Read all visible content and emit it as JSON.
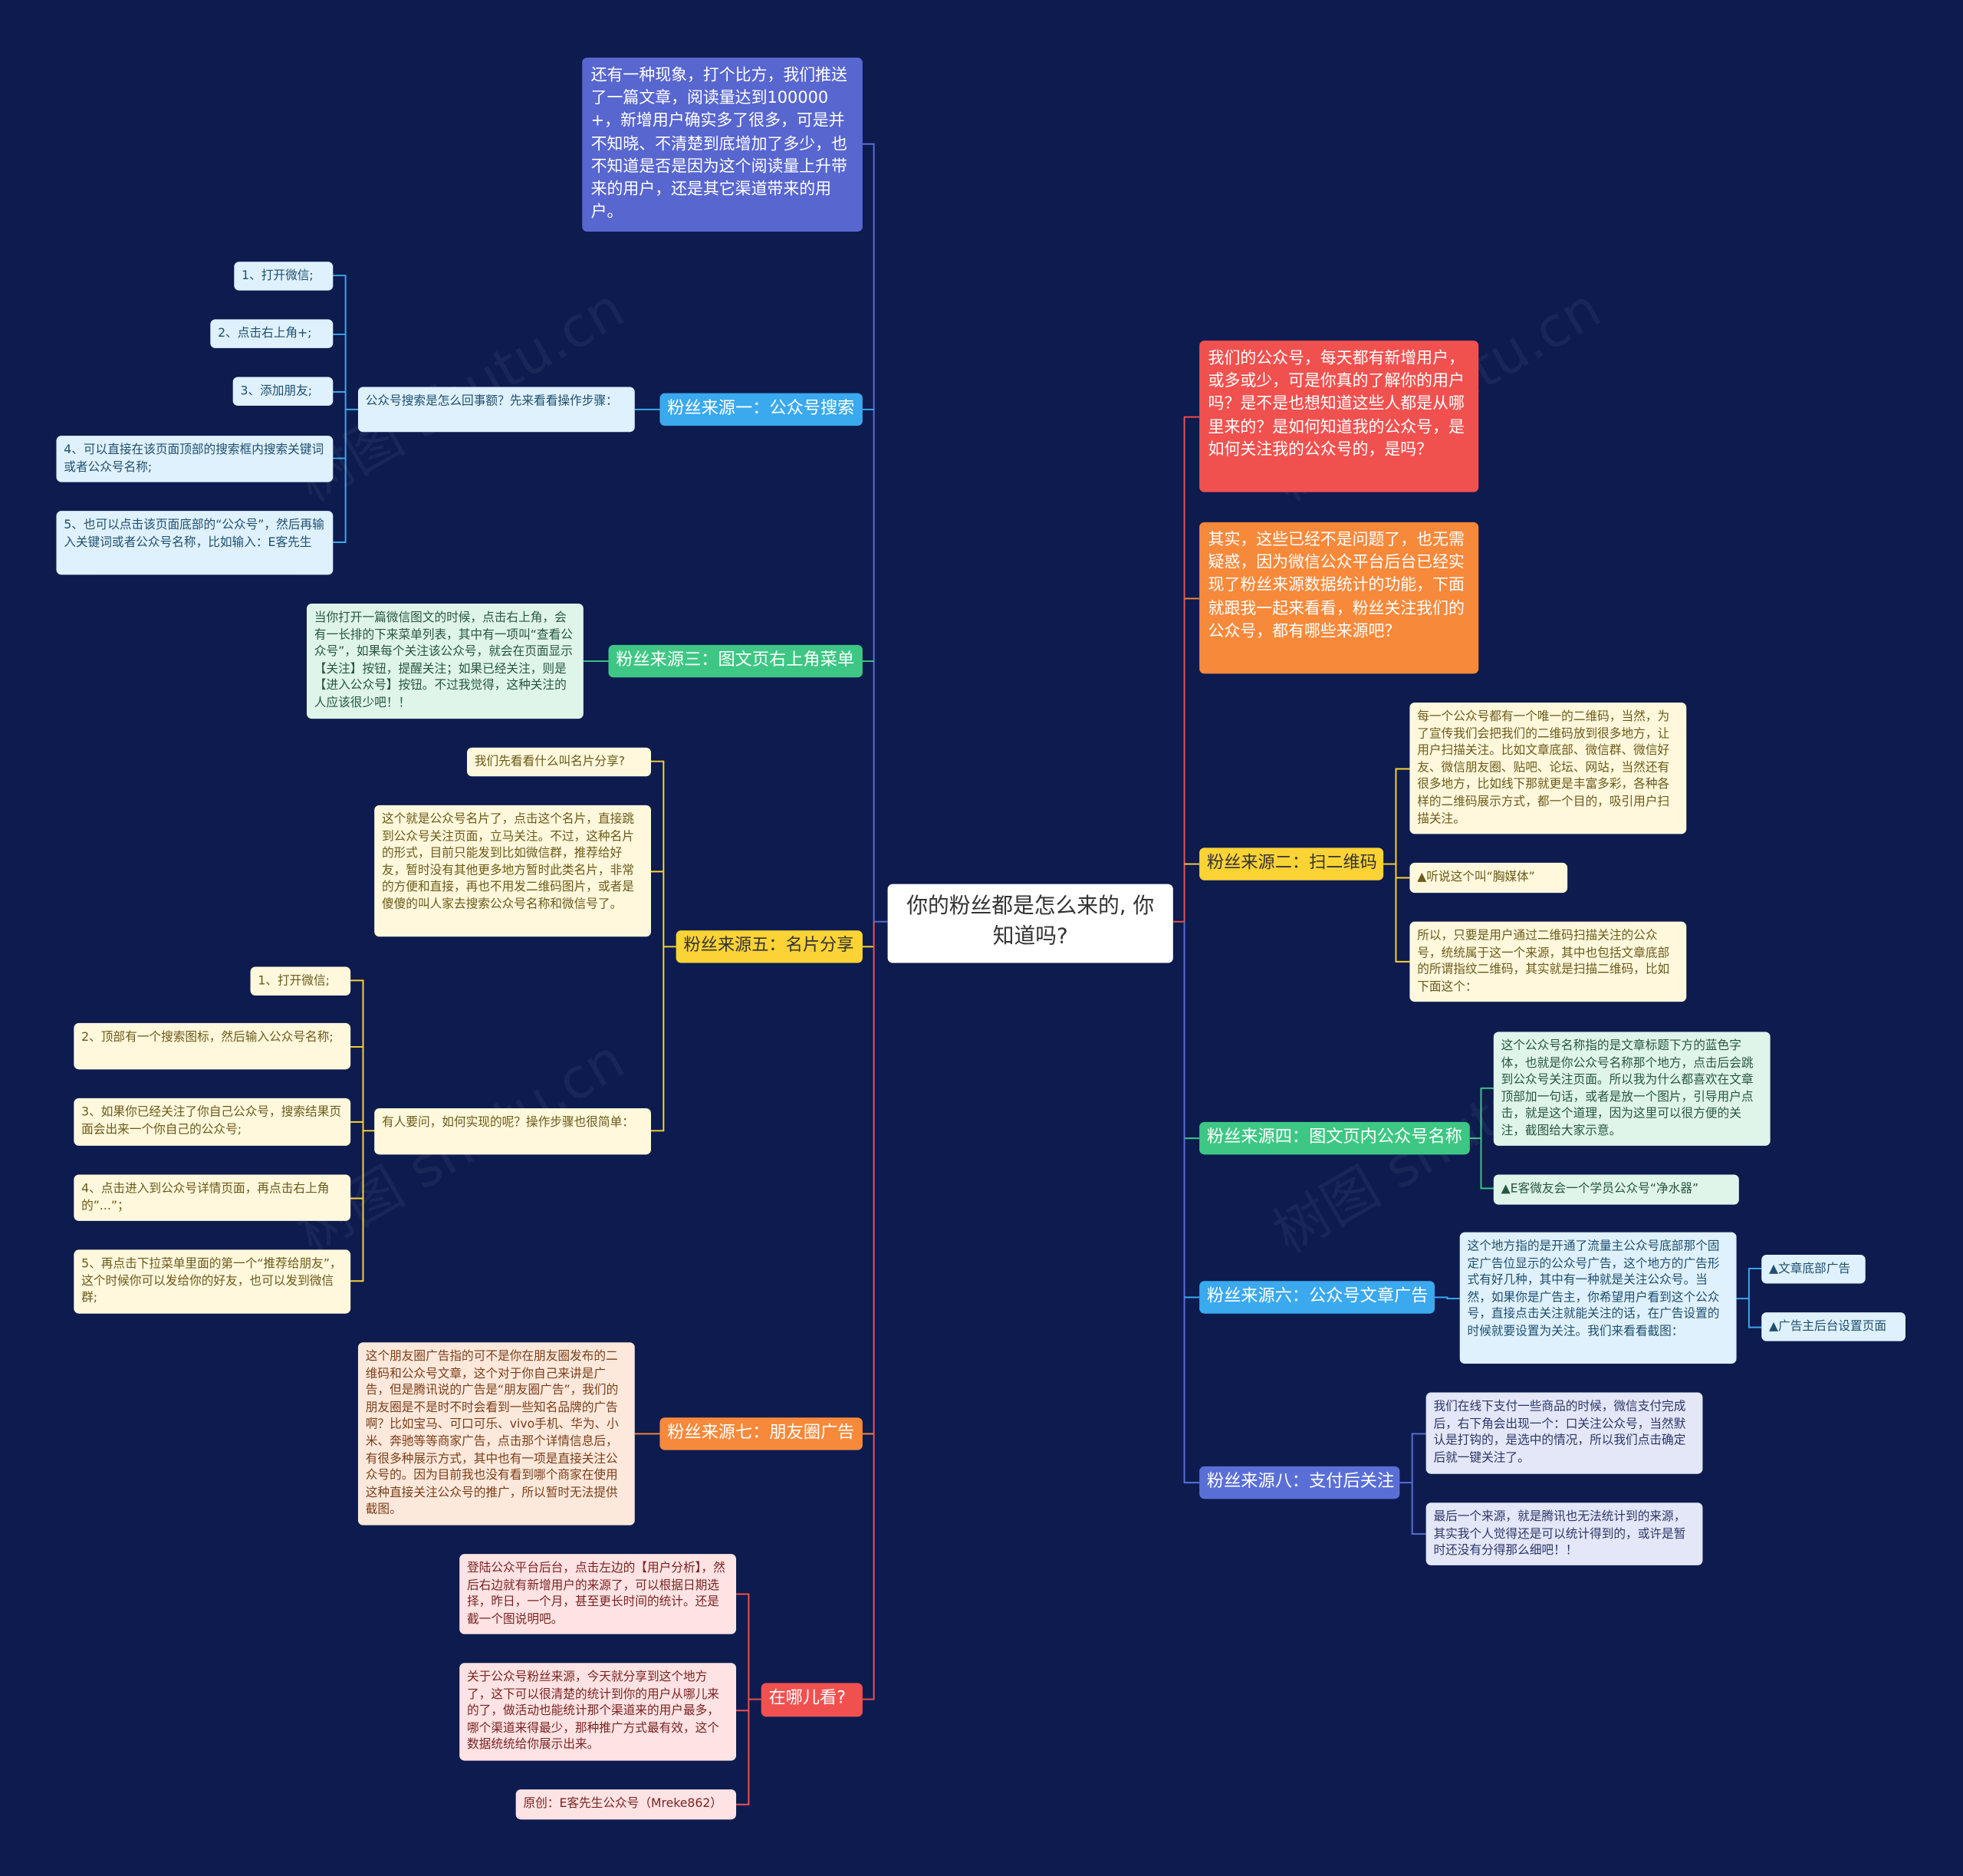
{
  "root": "你的粉丝都是怎么来的, 你知道吗?",
  "right": {
    "intro1": "我们的公众号，每天都有新增用户，或多或少，可是你真的了解你的用户吗？是不是也想知道这些人都是从哪里来的？是如何知道我的公众号，是如何关注我的公众号的，是吗？",
    "intro2": "其实，这些已经不是问题了，也无需疑惑，因为微信公众平台后台已经实现了粉丝来源数据统计的功能，下面就跟我一起来看看，粉丝关注我们的公众号，都有哪些来源吧？",
    "s2": {
      "label": "粉丝来源二：扫二维码",
      "c1": "每一个公众号都有一个唯一的二维码，当然，为了宣传我们会把我们的二维码放到很多地方，让用户扫描关注。比如文章底部、微信群、微信好友、微信朋友圈、贴吧、论坛、网站，当然还有很多地方，比如线下那就更是丰富多彩，各种各样的二维码展示方式，都一个目的，吸引用户扫描关注。",
      "c2": "▲听说这个叫“胸媒体”",
      "c3": "所以，只要是用户通过二维码扫描关注的公众号，统统属于这一个来源，其中也包括文章底部的所谓指纹二维码，其实就是扫描二维码，比如下面这个："
    },
    "s4": {
      "label": "粉丝来源四：图文页内公众号名称",
      "c1": "这个公众号名称指的是文章标题下方的蓝色字体，也就是你公众号名称那个地方，点击后会跳到公众号关注页面。所以我为什么都喜欢在文章顶部加一句话，或者是放一个图片，引导用户点击，就是这个道理，因为这里可以很方便的关注，截图给大家示意。",
      "c2": "▲E客微友会一个学员公众号“净水器”"
    },
    "s6": {
      "label": "粉丝来源六：公众号文章广告",
      "c1": "这个地方指的是开通了流量主公众号底部那个固定广告位显示的公众号广告，这个地方的广告形式有好几种，其中有一种就是关注公众号。当然，如果你是广告主，你希望用户看到这个公众号，直接点击关注就能关注的话，在广告设置的时候就要设置为关注。我们来看看截图：",
      "g1": "▲文章底部广告",
      "g2": "▲广告主后台设置页面"
    },
    "s8": {
      "label": "粉丝来源八：支付后关注",
      "c1": "我们在线下支付一些商品的时候，微信支付完成后，右下角会出现一个：口关注公众号，当然默认是打钩的，是选中的情况，所以我们点击确定后就一键关注了。",
      "c2": "最后一个来源，就是腾讯也无法统计到的来源，其实我个人觉得还是可以统计得到的，或许是暂时还没有分得那么细吧！！"
    }
  },
  "left": {
    "intro": "还有一种现象，打个比方，我们推送了一篇文章，阅读量达到100000+，新增用户确实多了很多，可是并不知晓、不清楚到底增加了多少，也不知道是否是因为这个阅读量上升带来的用户，还是其它渠道带来的用户。",
    "s1": {
      "label": "粉丝来源一：公众号搜索",
      "mid": "公众号搜索是怎么回事额？先来看看操作步骤：",
      "steps": [
        "1、打开微信;",
        "2、点击右上角+;",
        "3、添加朋友;",
        "4、可以直接在该页面顶部的搜索框内搜索关键词或者公众号名称;",
        "5、也可以点击该页面底部的“公众号”，然后再输入关键词或者公众号名称，比如输入：E客先生"
      ]
    },
    "s3": {
      "label": "粉丝来源三：图文页右上角菜单",
      "c1": "当你打开一篇微信图文的时候，点击右上角，会有一长排的下来菜单列表，其中有一项叫“查看公众号”，如果每个关注该公众号，就会在页面显示【关注】按钮，提醒关注；如果已经关注，则是【进入公众号】按钮。不过我觉得，这种关注的人应该很少吧！！"
    },
    "s5": {
      "label": "粉丝来源五：名片分享",
      "q": "我们先看看什么叫名片分享?",
      "desc": "这个就是公众号名片了，点击这个名片，直接跳到公众号关注页面，立马关注。不过，这种名片的形式，目前只能发到比如微信群，推荐给好友，暂时没有其他更多地方暂时此类名片，非常的方便和直接，再也不用发二维码图片，或者是傻傻的叫人家去搜索公众号名称和微信号了。",
      "mid": "有人要问，如何实现的呢？操作步骤也很简单：",
      "steps": [
        "1、打开微信;",
        "2、顶部有一个搜索图标，然后输入公众号名称;",
        "3、如果你已经关注了你自己公众号，搜索结果页面会出来一个你自己的公众号;",
        "4、点击进入到公众号详情页面，再点击右上角的”...”；",
        "5、再点击下拉菜单里面的第一个“推荐给朋友”，这个时候你可以发给你的好友，也可以发到微信群;"
      ]
    },
    "s7": {
      "label": "粉丝来源七：朋友圈广告",
      "c1": "这个朋友圈广告指的可不是你在朋友圈发布的二维码和公众号文章，这个对于你自己来讲是广告，但是腾讯说的广告是“朋友圈广告”，我们的朋友圈是不是时不时会看到一些知名品牌的广告啊？比如宝马、可口可乐、vivo手机、华为、小米、奔驰等等商家广告，点击那个详情信息后，有很多种展示方式，其中也有一项是直接关注公众号的。因为目前我也没有看到哪个商家在使用这种直接关注公众号的推广，所以暂时无法提供截图。"
    },
    "where": {
      "label": "在哪儿看?",
      "c1": "登陆公众平台后台，点击左边的【用户分析】，然后右边就有新增用户的来源了，可以根据日期选择，昨日，一个月，甚至更长时间的统计。还是截一个图说明吧。",
      "c2": "关于公众号粉丝来源，今天就分享到这个地方了，这下可以很清楚的统计到你的用户从哪儿来的了，做活动也能统计那个渠道来的用户最多，哪个渠道来得最少，那种推广方式最有效，这个数据统统给你展示出来。",
      "c3": "原创：E客先生公众号（Mreke862）"
    }
  },
  "colors": {
    "background": "#0d1b4f",
    "red": "#f0514f",
    "orange": "#f7893b",
    "yellow": "#fbd335",
    "green": "#3ec784",
    "blue": "#3aa9ee",
    "indigo": "#5866cf",
    "purple_blue": "#5a6fd6"
  },
  "watermark": "树图 shutu.cn"
}
